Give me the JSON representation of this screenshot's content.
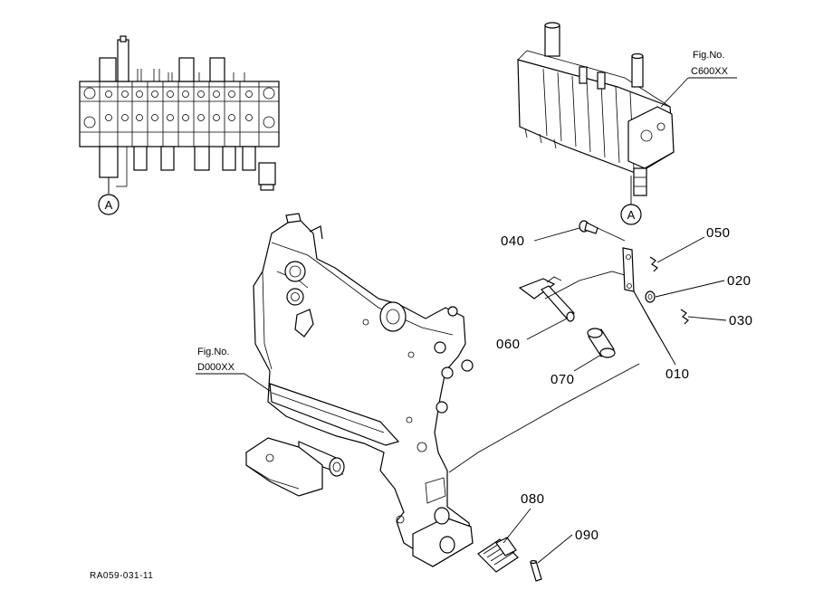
{
  "parts": [
    {
      "id": "p040",
      "label": "040"
    },
    {
      "id": "p050",
      "label": "050"
    },
    {
      "id": "p020",
      "label": "020"
    },
    {
      "id": "p030",
      "label": "030"
    },
    {
      "id": "p060",
      "label": "060"
    },
    {
      "id": "p010",
      "label": "010"
    },
    {
      "id": "p070",
      "label": "070"
    },
    {
      "id": "p080",
      "label": "080"
    },
    {
      "id": "p090",
      "label": "090"
    }
  ],
  "refs": {
    "valve_fig_label": "Fig.No.",
    "valve_fig_number": "C600XX",
    "frame_fig_label": "Fig.No.",
    "frame_fig_number": "D000XX"
  },
  "markers": {
    "left": "A",
    "right": "A"
  },
  "drawing_code": "RA059-031-11"
}
